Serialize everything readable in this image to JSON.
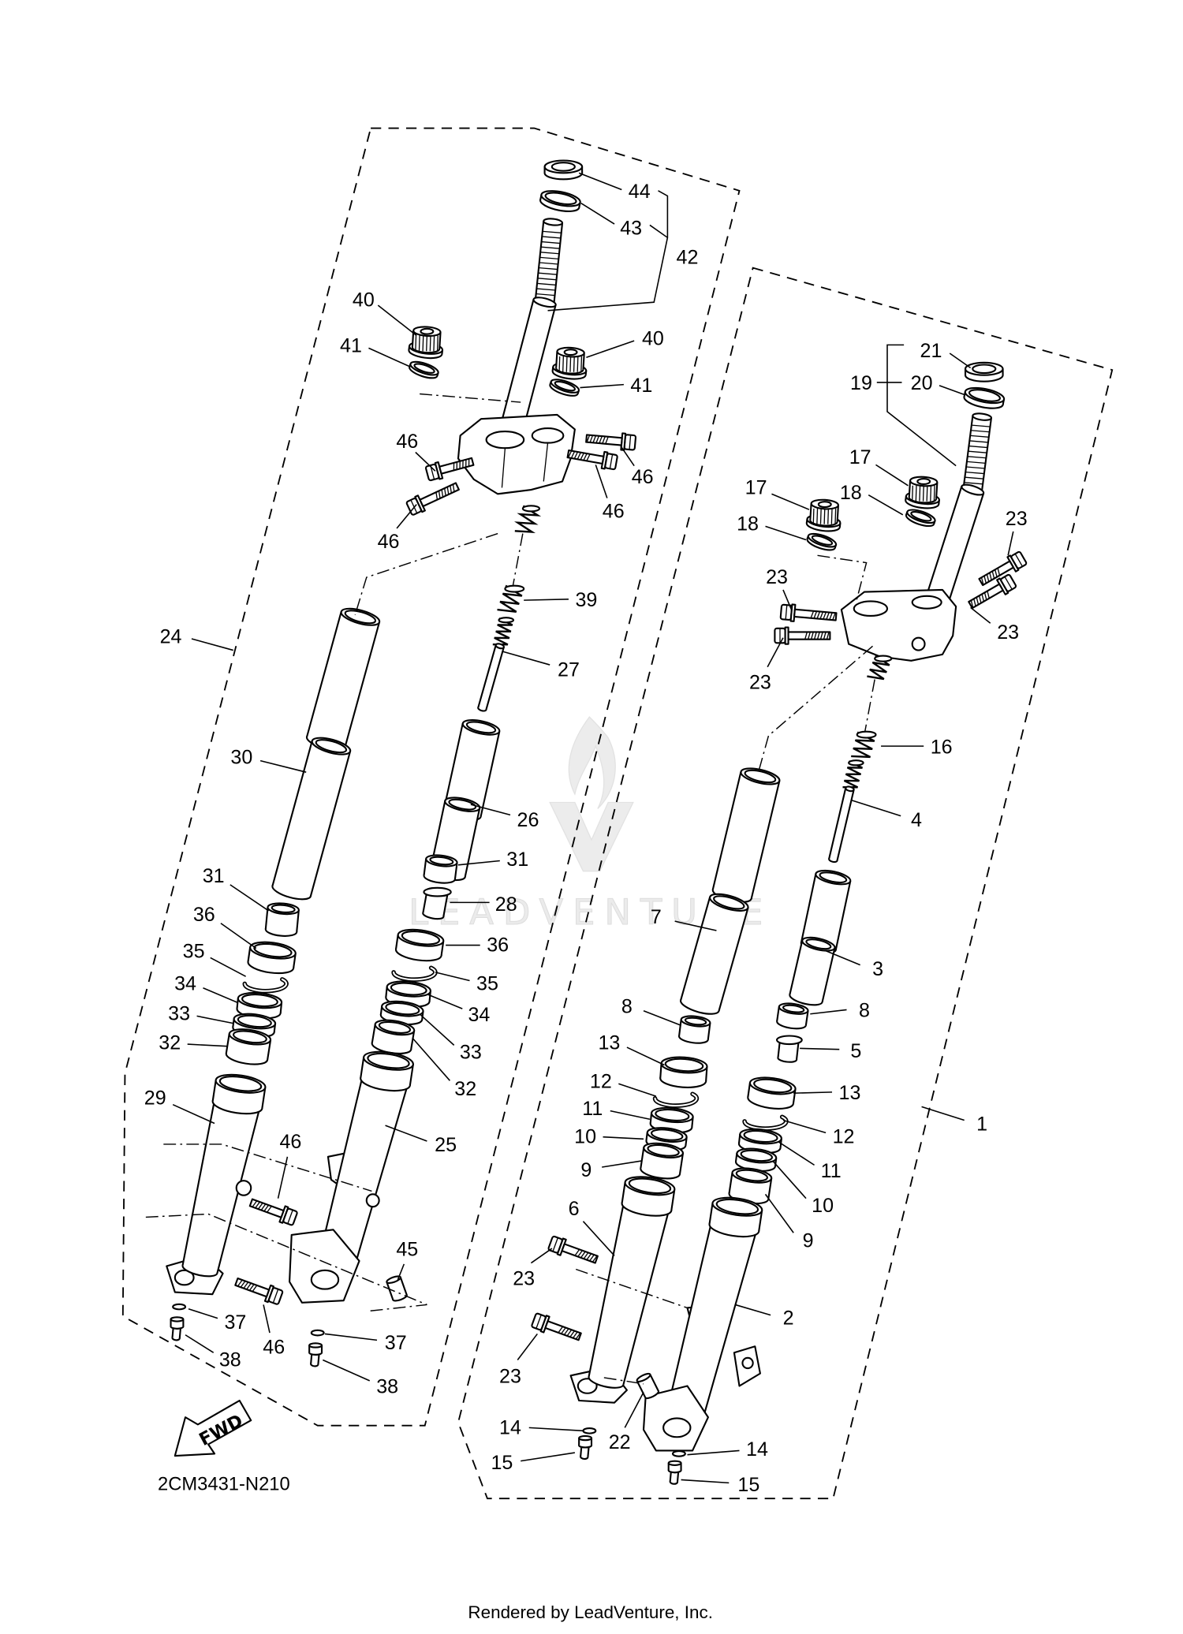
{
  "diagram": {
    "code": "2CM3431-N210",
    "fwd_label": "FWD",
    "watermark_text": "LEADVENTURE",
    "footer": "Rendered by LeadVenture, Inc.",
    "callouts": [
      "44",
      "43",
      "42",
      "40",
      "41",
      "40",
      "41",
      "46",
      "46",
      "46",
      "46",
      "39",
      "27",
      "24",
      "30",
      "26",
      "31",
      "31",
      "28",
      "36",
      "36",
      "35",
      "35",
      "34",
      "34",
      "33",
      "33",
      "32",
      "32",
      "29",
      "25",
      "46",
      "45",
      "37",
      "37",
      "38",
      "38",
      "46",
      "21",
      "19",
      "20",
      "17",
      "18",
      "17",
      "18",
      "23",
      "23",
      "23",
      "23",
      "16",
      "4",
      "7",
      "3",
      "8",
      "8",
      "5",
      "13",
      "13",
      "12",
      "12",
      "11",
      "11",
      "10",
      "10",
      "9",
      "9",
      "6",
      "1",
      "2",
      "22",
      "23",
      "23",
      "14",
      "14",
      "15",
      "15"
    ]
  },
  "colors": {
    "line": "#000000",
    "background": "#ffffff",
    "watermark": "#ebebeb"
  }
}
